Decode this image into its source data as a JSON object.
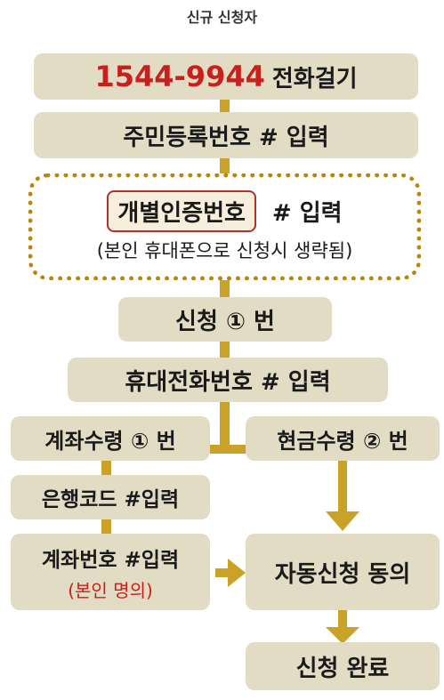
{
  "title": "신규 신청자",
  "steps": {
    "phone_number": "1544-9944",
    "phone_action": "전화걸기",
    "resident_number": "주민등록번호 # 입력",
    "cert_label": "개별인증번호",
    "cert_input": "# 입력",
    "cert_note": "(본인 휴대폰으로 신청시 생략됨)",
    "apply": "신청 ① 번",
    "mobile_number": "휴대전화번호 # 입력",
    "account_receive": "계좌수령 ① 번",
    "cash_receive": "현금수령 ② 번",
    "bank_code": "은행코드 #입력",
    "account_number": "계좌번호 #입력",
    "account_note": "(본인 명의)",
    "auto_consent": "자동신청 동의",
    "complete": "신청 완료"
  },
  "colors": {
    "box_fill": "#e2dcc5",
    "connector": "#c9a227",
    "accent_red": "#c8201c",
    "dotted_border": "#b8860b"
  }
}
